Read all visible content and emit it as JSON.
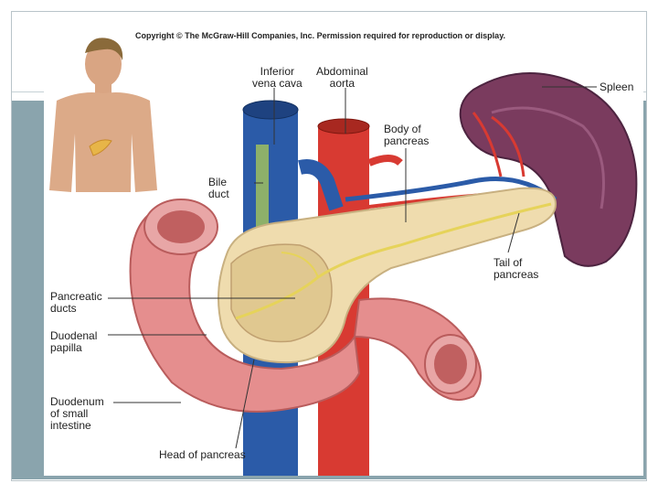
{
  "copyright": "Copyright © The McGraw-Hill Companies, Inc. Permission required for reproduction or display.",
  "labels": {
    "inferior_vena_cava": "Inferior\nvena cava",
    "abdominal_aorta": "Abdominal\naorta",
    "spleen": "Spleen",
    "body_of_pancreas": "Body of\npancreas",
    "bile_duct": "Bile\nduct",
    "tail_of_pancreas": "Tail of\npancreas",
    "pancreatic_ducts": "Pancreatic\nducts",
    "duodenal_papilla": "Duodenal\npapilla",
    "duodenum": "Duodenum\nof small\nintestine",
    "head_of_pancreas": "Head of pancreas"
  },
  "colors": {
    "pancreas": "#efdcae",
    "duodenum": "#e58e8e",
    "spleen": "#7a3b5e",
    "vein": "#2b5ba8",
    "artery": "#d83a32",
    "bile_duct": "#8db06a",
    "duct": "#e6d35a",
    "band": "#8aa4ad"
  }
}
